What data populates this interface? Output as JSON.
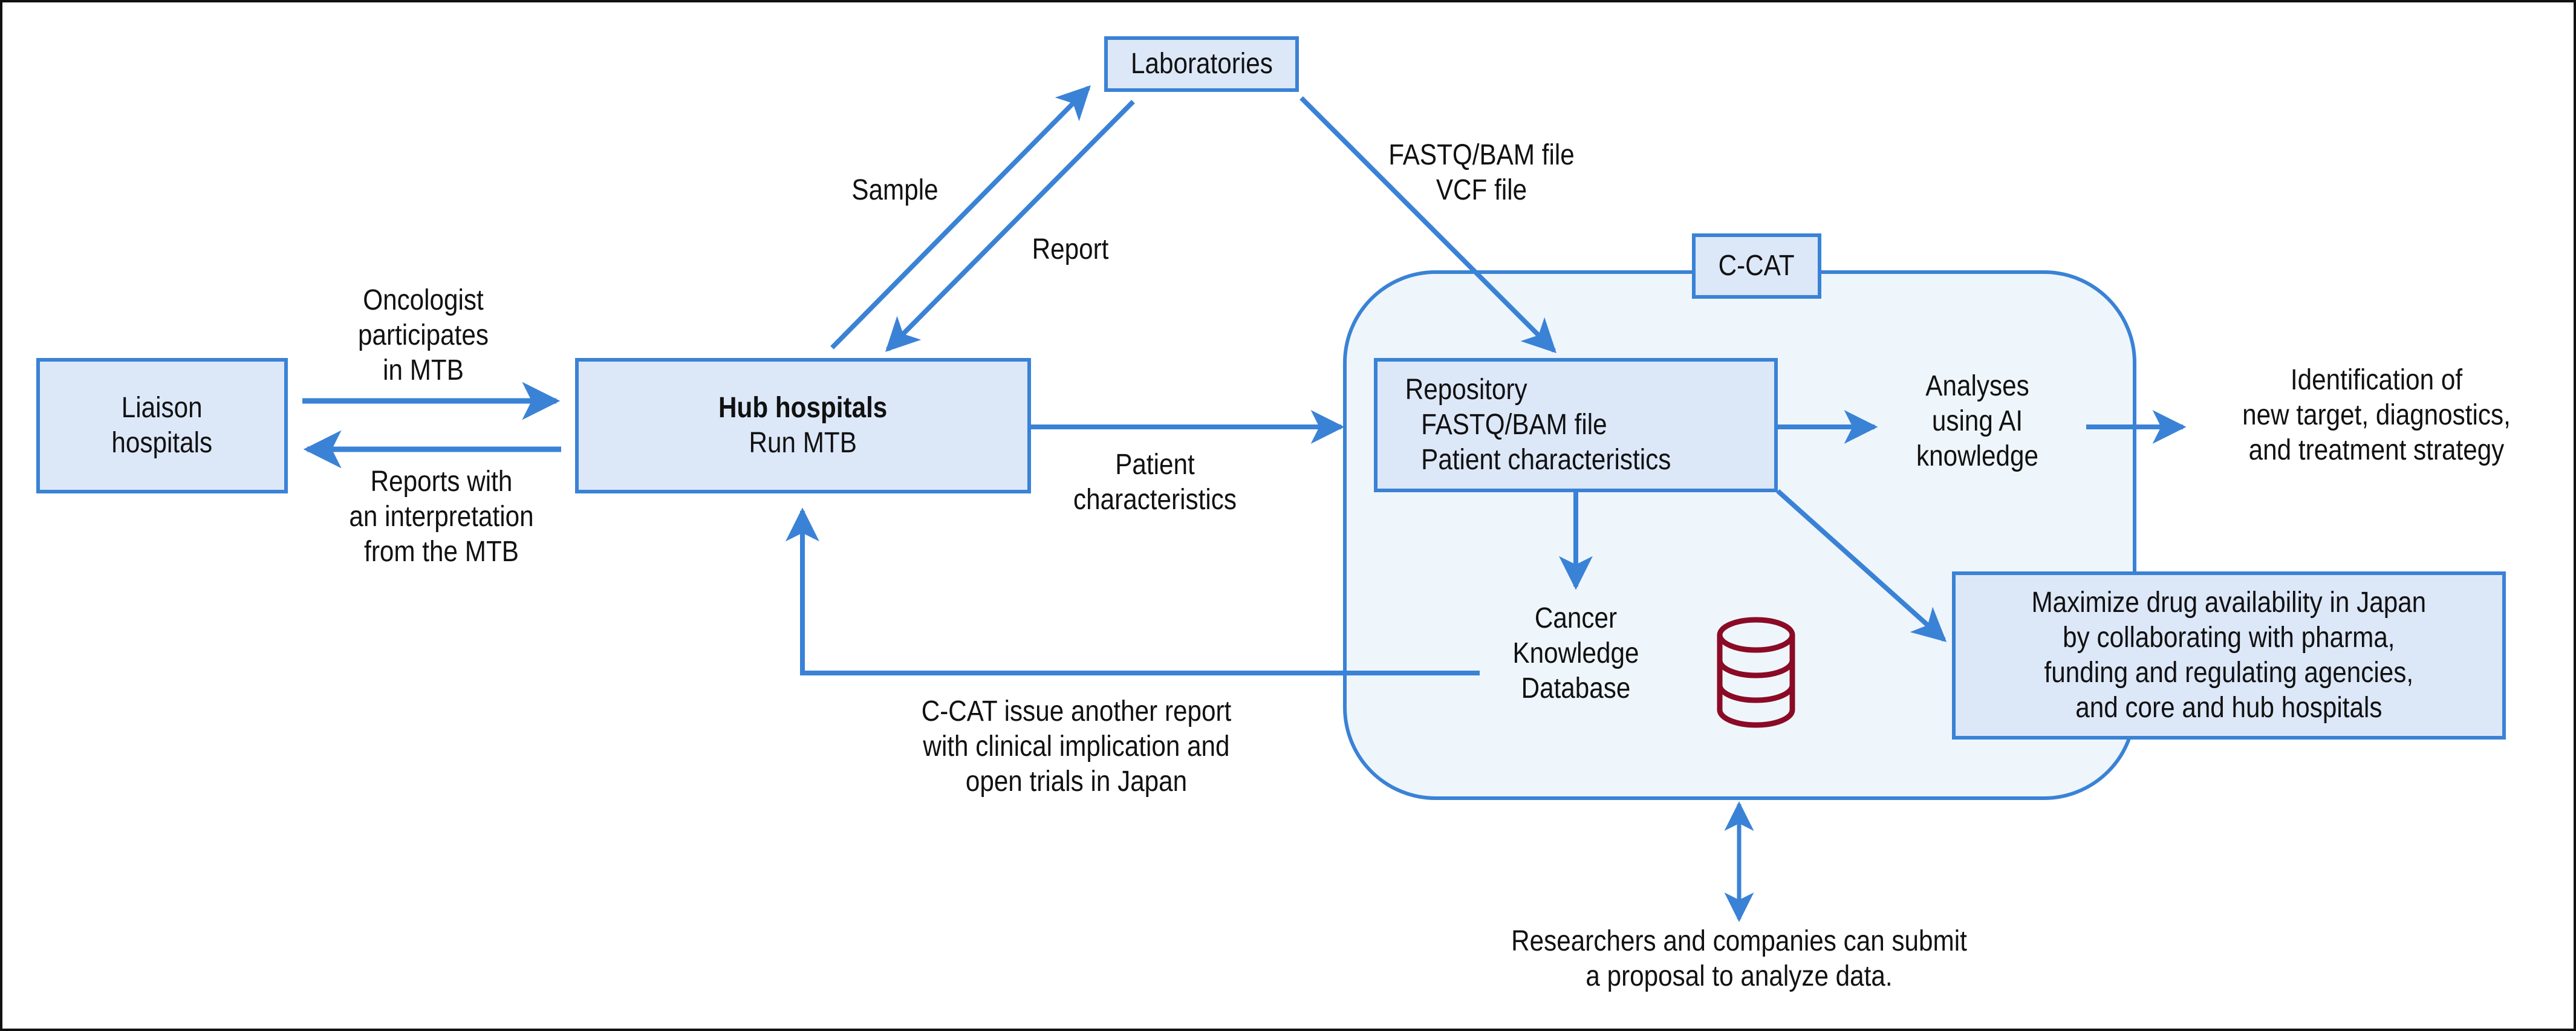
{
  "title": "C-CAT genomic data flow",
  "colors": {
    "accent": "#3a82d6",
    "box_fill": "#dce7f8",
    "region_fill": "#eef6fb",
    "database_icon": "#8b0a25",
    "text": "#111111"
  },
  "nodes": {
    "liaison": {
      "line1": "Liaison",
      "line2": "hospitals"
    },
    "hub": {
      "line1": "Hub hospitals",
      "line2": "Run MTB"
    },
    "laboratories": {
      "label": "Laboratories"
    },
    "ccat": {
      "label": "C-CAT"
    },
    "repository": {
      "line1": "Repository",
      "line2": "FASTQ/BAM file",
      "line3": "Patient characteristics"
    },
    "analyses": {
      "text": "Analyses\nusing AI\nknowledge"
    },
    "identification": {
      "text": "Identification of\nnew target, diagnostics,\nand treatment strategy"
    },
    "cancer_db": {
      "text": "Cancer\nKnowledge\nDatabase",
      "icon": "database-icon"
    },
    "maximize": {
      "text": "Maximize drug availability in Japan\nby collaborating with pharma,\nfunding and regulating agencies,\nand core and hub hospitals"
    }
  },
  "edge_labels": {
    "oncologist": "Oncologist\nparticipates\nin MTB",
    "reports": "Reports with\nan interpretation\nfrom the MTB",
    "sample": "Sample",
    "report": "Report",
    "fastq": "FASTQ/BAM file\nVCF file",
    "patient": "Patient\ncharacteristics",
    "ccat_issue": "C-CAT issue another report\nwith clinical implication and\nopen trials in Japan",
    "researchers": "Researchers and companies can submit\na proposal to analyze data."
  }
}
